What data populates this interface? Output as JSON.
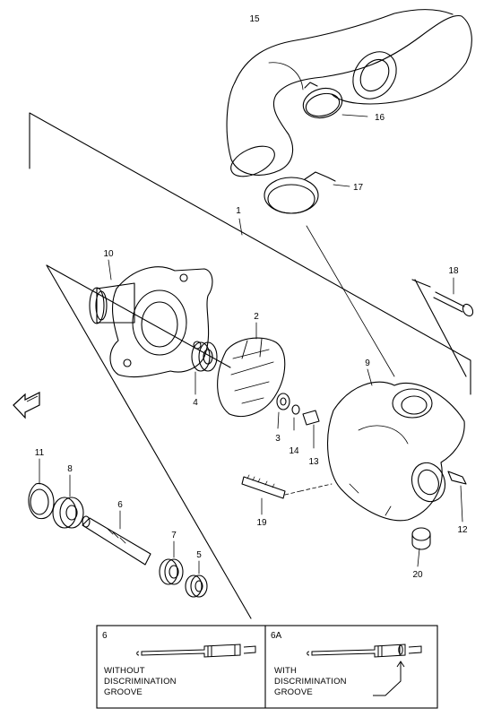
{
  "callouts": {
    "p1": "1",
    "p2": "2",
    "p3": "3",
    "p4": "4",
    "p5": "5",
    "p6": "6",
    "p7": "7",
    "p8": "8",
    "p9": "9",
    "p10": "10",
    "p11": "11",
    "p12": "12",
    "p13": "13",
    "p14": "14",
    "p15": "15",
    "p16": "16",
    "p17": "17",
    "p18": "18",
    "p19": "19",
    "p20": "20"
  },
  "legend": {
    "left": {
      "title": "6",
      "line1": "WITHOUT",
      "line2": "DISCRIMINATION",
      "line3": "GROOVE"
    },
    "right": {
      "title": "6A",
      "line1": "WITH",
      "line2": "DISCRIMINATION",
      "line3": "GROOVE"
    }
  },
  "icons": {
    "front_arrow": "front-direction-arrow-icon"
  }
}
